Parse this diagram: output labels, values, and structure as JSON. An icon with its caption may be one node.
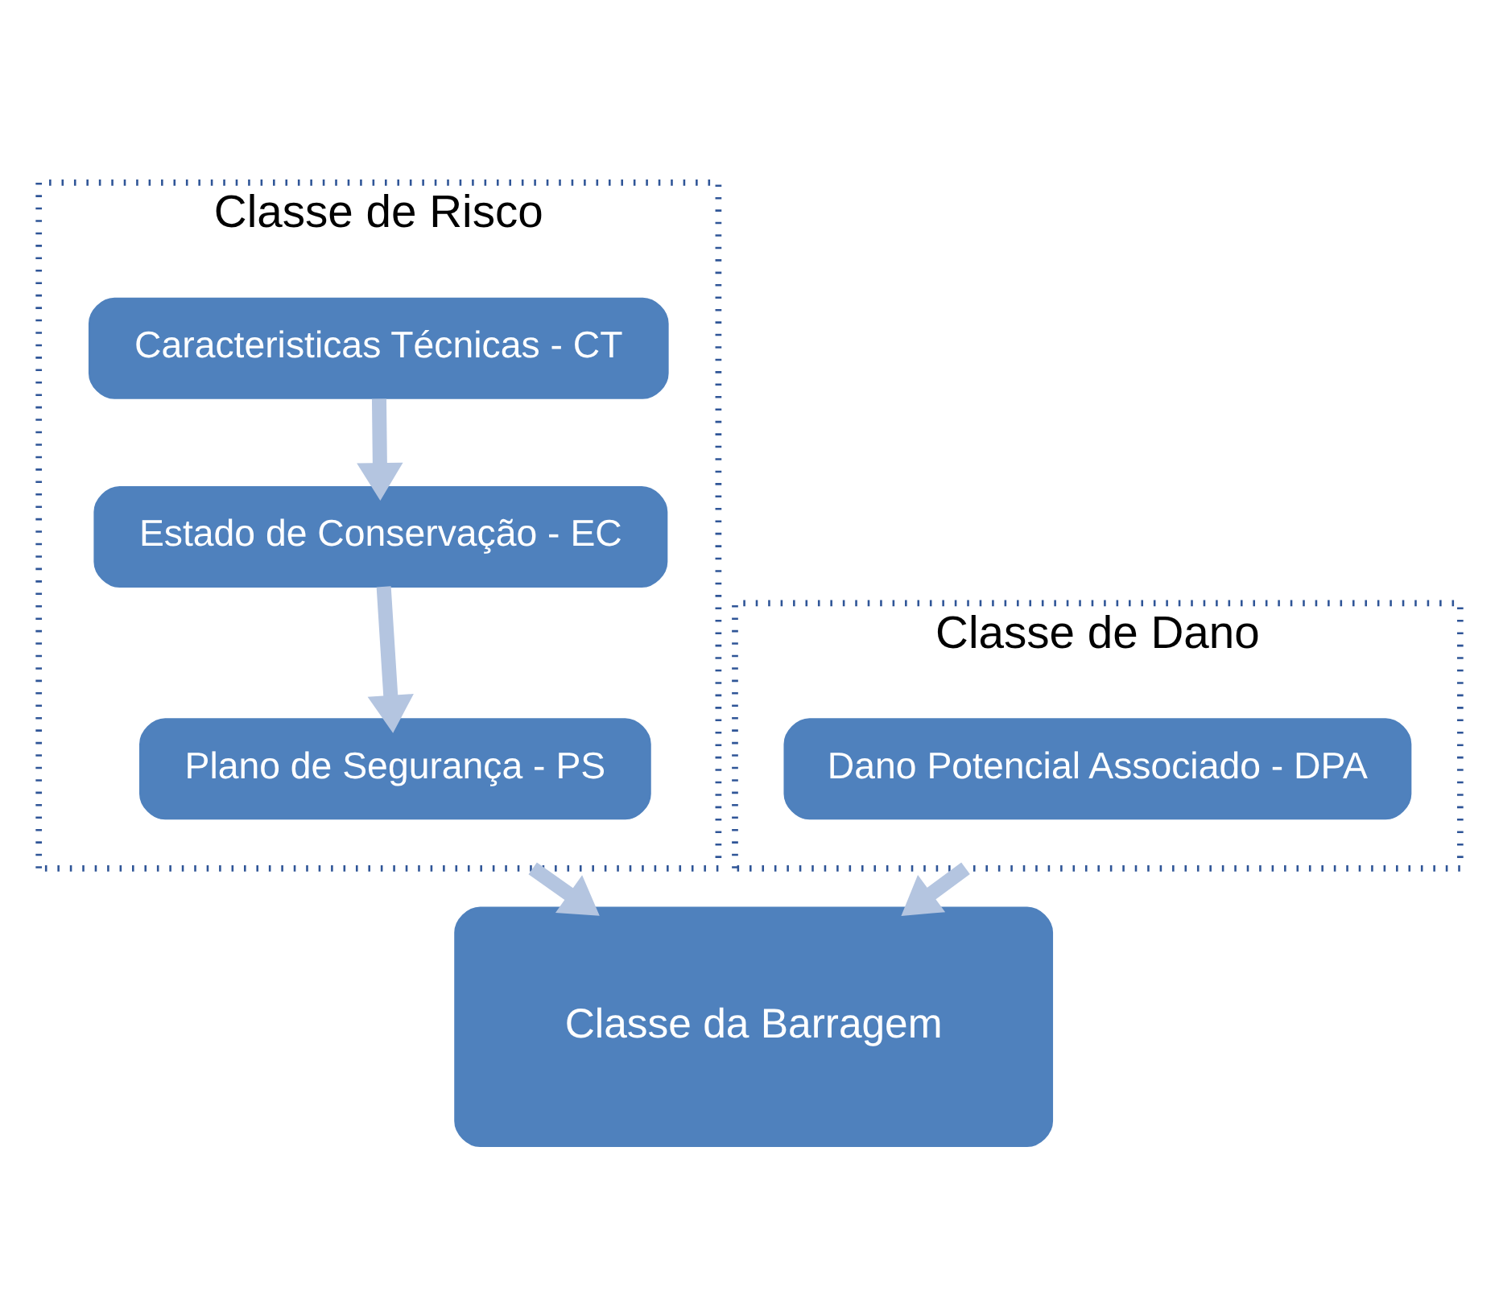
{
  "diagram": {
    "nodes": [
      {
        "text": [
          "Classe de Risco"
        ]
      },
      {
        "text": [
          "Caracteristicas Técnicas - CT"
        ],
        "in": 0
      },
      {
        "text": [
          "Estado de Conservação - EC"
        ],
        "in": 0
      },
      {
        "text": [
          "Plano de Segurança - PS"
        ],
        "in": 0
      },
      {
        "text": [
          "Classe de Dano"
        ]
      },
      {
        "text": [
          "Dano Potencial Associado - DPA"
        ],
        "in": 4
      },
      {
        "text": [
          "Classe da Barragem"
        ]
      }
    ],
    "edges": [
      {
        "from": 1,
        "to": 2,
        "arrow": "to"
      },
      {
        "from": 2,
        "to": 3,
        "arrow": "to"
      },
      {
        "from": 0,
        "to": 6,
        "arrow": "to"
      },
      {
        "from": 4,
        "to": 6,
        "arrow": "to"
      }
    ]
  }
}
